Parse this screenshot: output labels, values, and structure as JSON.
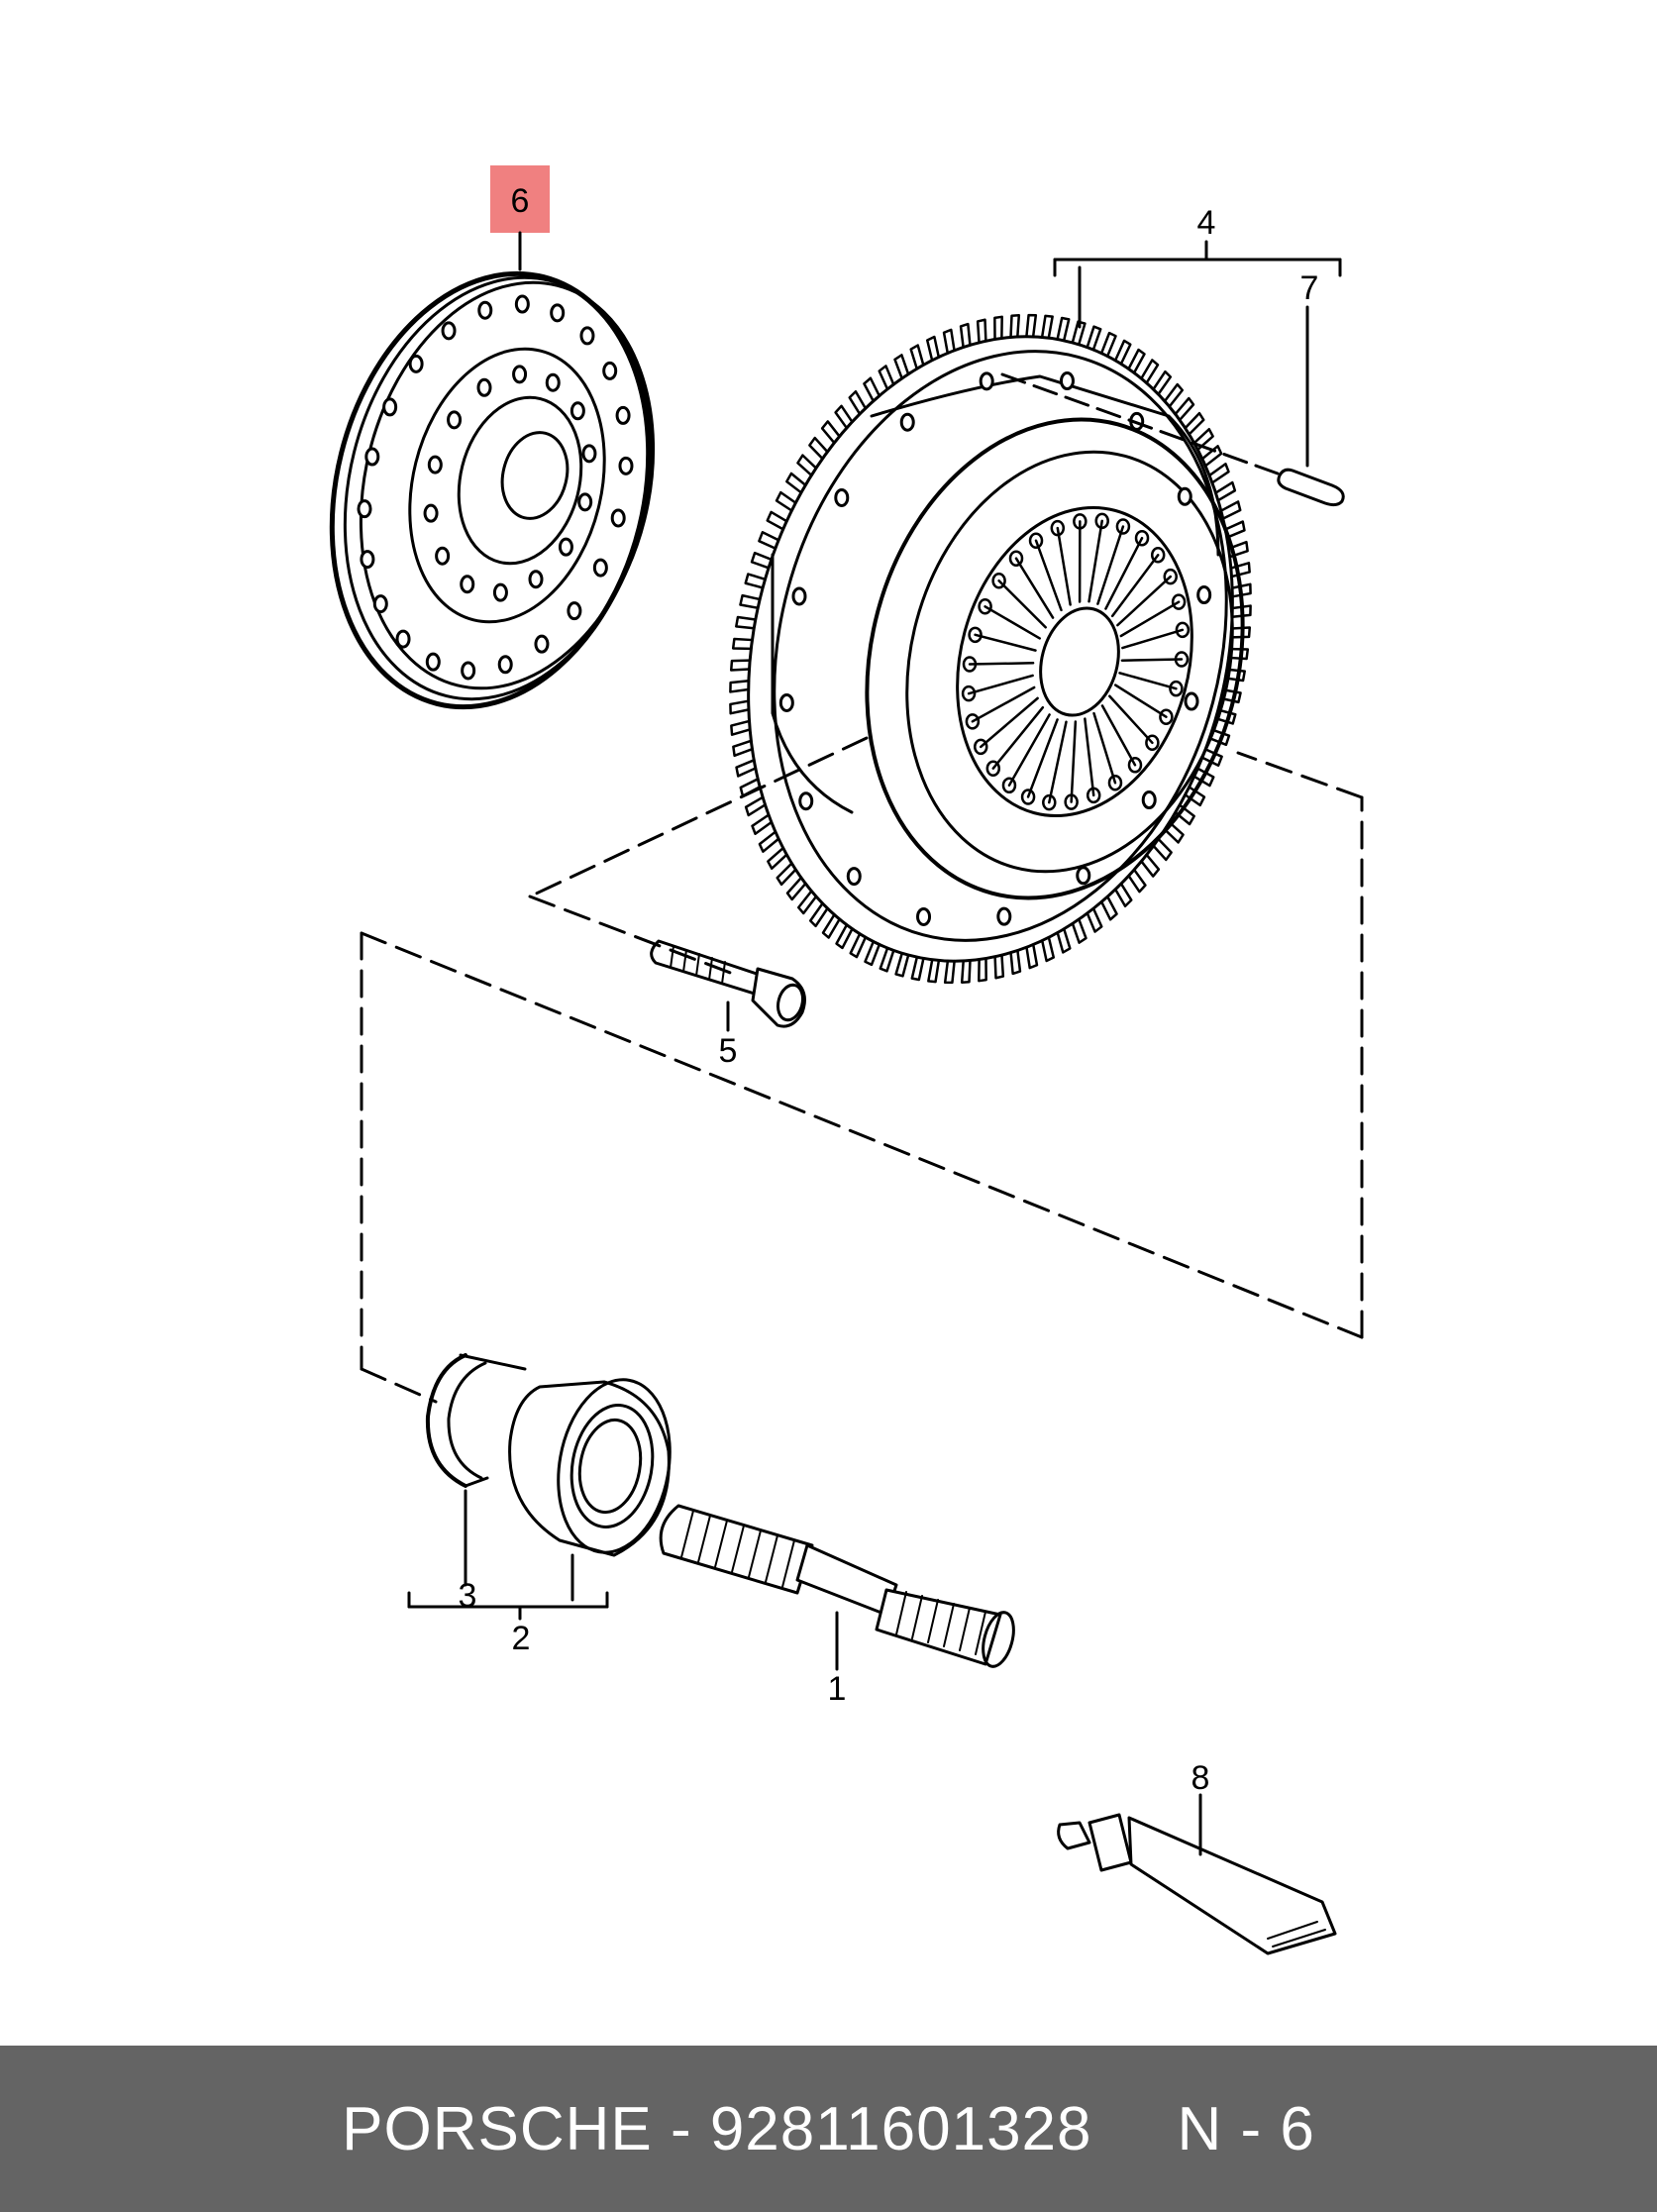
{
  "callouts": {
    "c1": "1",
    "c2": "2",
    "c3": "3",
    "c4": "4",
    "c5": "5",
    "c6": "6",
    "c7": "7",
    "c8": "8"
  },
  "highlight_color": "#f08080",
  "footer": {
    "brand_part": "PORSCHE - 92811601328",
    "ref": "N - 6"
  }
}
